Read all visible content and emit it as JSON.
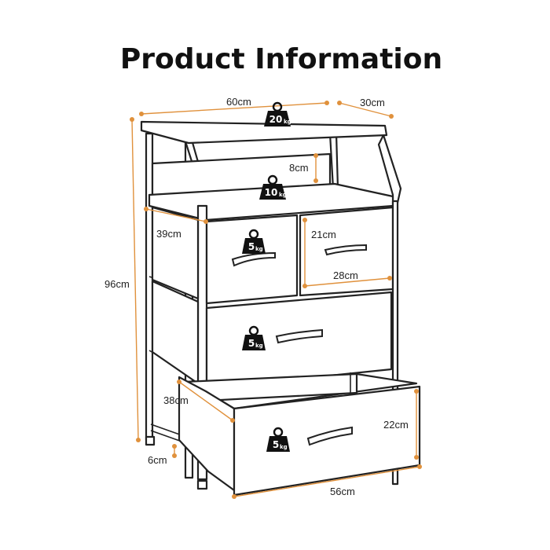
{
  "title": "Product Information",
  "colors": {
    "accent": "#e0913c",
    "outline": "#222222",
    "weight_fill": "#111111"
  },
  "dimensions": {
    "width_top": "60cm",
    "depth": "30cm",
    "open_shelf_height": "8cm",
    "height": "96cm",
    "small_drawer_depth": "39cm",
    "small_drawer_height": "21cm",
    "small_drawer_width": "28cm",
    "large_drawer_depth": "38cm",
    "large_drawer_height": "22cm",
    "large_drawer_width": "56cm",
    "foot_clearance": "6cm"
  },
  "weights": {
    "top": {
      "num": "20",
      "unit": "kg"
    },
    "shelf": {
      "num": "10",
      "unit": "kg"
    },
    "drawer_left": {
      "num": "5",
      "unit": "kg"
    },
    "drawer_middle": {
      "num": "5",
      "unit": "kg"
    },
    "drawer_bottom": {
      "num": "5",
      "unit": "kg"
    }
  }
}
